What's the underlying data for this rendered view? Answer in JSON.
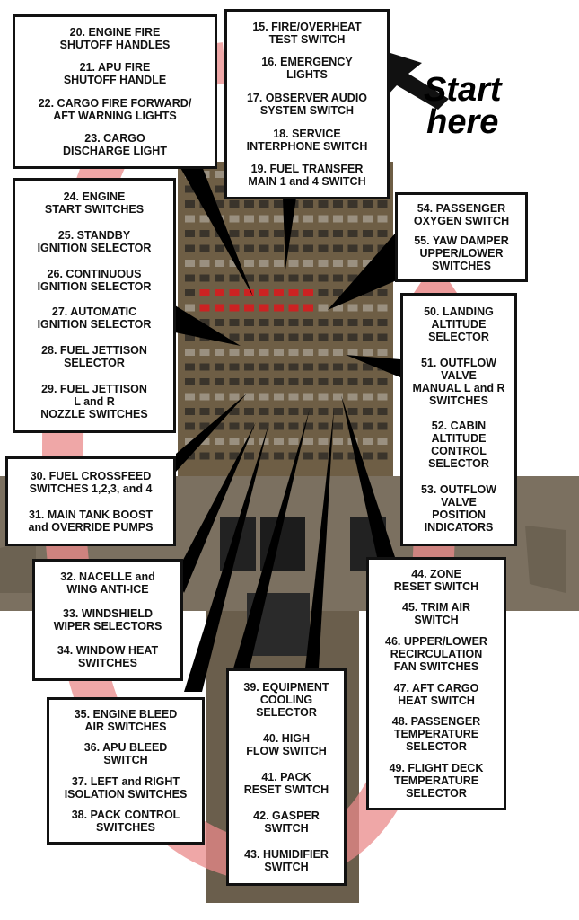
{
  "start_label": "Start\nhere",
  "colors": {
    "arrow": "#e98a8a",
    "panel": "#6e5e45",
    "glareshield": "#7b7060",
    "border": "#111111"
  },
  "boxes": [
    {
      "id": "b1",
      "items": [
        "20. ENGINE FIRE\nSHUTOFF HANDLES",
        "21. APU FIRE\nSHUTOFF HANDLE",
        "22. CARGO FIRE FORWARD/\nAFT WARNING LIGHTS",
        "23. CARGO\nDISCHARGE LIGHT"
      ]
    },
    {
      "id": "b2",
      "items": [
        "15. FIRE/OVERHEAT\nTEST SWITCH",
        "16. EMERGENCY\nLIGHTS",
        "17. OBSERVER AUDIO\nSYSTEM SWITCH",
        "18. SERVICE\nINTERPHONE SWITCH",
        "19. FUEL TRANSFER\nMAIN 1 and 4 SWITCH"
      ]
    },
    {
      "id": "b3",
      "items": [
        "24. ENGINE\nSTART SWITCHES",
        "25. STANDBY\nIGNITION SELECTOR",
        "26. CONTINUOUS\nIGNITION SELECTOR",
        "27. AUTOMATIC\nIGNITION SELECTOR",
        "28. FUEL JETTISON\nSELECTOR",
        "29. FUEL JETTISON\nL and R\nNOZZLE SWITCHES"
      ]
    },
    {
      "id": "b4",
      "items": [
        "54. PASSENGER\nOXYGEN SWITCH",
        "55. YAW DAMPER\nUPPER/LOWER\nSWITCHES"
      ]
    },
    {
      "id": "b5",
      "items": [
        "50. LANDING\nALTITUDE\nSELECTOR",
        "51. OUTFLOW\nVALVE\nMANUAL L and R\nSWITCHES",
        "52. CABIN\nALTITUDE\nCONTROL\nSELECTOR",
        "53. OUTFLOW\nVALVE\nPOSITION\nINDICATORS"
      ]
    },
    {
      "id": "b6",
      "items": [
        "30. FUEL CROSSFEED\nSWITCHES 1,2,3, and 4",
        "31.  MAIN TANK BOOST\nand OVERRIDE PUMPS"
      ]
    },
    {
      "id": "b7",
      "items": [
        "32. NACELLE and\nWING ANTI-ICE",
        "33. WINDSHIELD\nWIPER SELECTORS",
        "34. WINDOW HEAT\nSWITCHES"
      ]
    },
    {
      "id": "b8",
      "items": [
        "44. ZONE\nRESET SWITCH",
        "45. TRIM AIR\nSWITCH",
        "46. UPPER/LOWER\nRECIRCULATION\nFAN SWITCHES",
        "47. AFT CARGO\nHEAT SWITCH",
        "48. PASSENGER\nTEMPERATURE\nSELECTOR",
        "49. FLIGHT DECK\nTEMPERATURE\nSELECTOR"
      ]
    },
    {
      "id": "b9",
      "items": [
        "35. ENGINE BLEED\nAIR SWITCHES",
        "36. APU BLEED\nSWITCH",
        "37. LEFT and RIGHT\nISOLATION SWITCHES",
        "38. PACK CONTROL\nSWITCHES"
      ]
    },
    {
      "id": "b10",
      "items": [
        "39. EQUIPMENT\nCOOLING\nSELECTOR",
        "40. HIGH\nFLOW SWITCH",
        "41. PACK\nRESET SWITCH",
        "42. GASPER\nSWITCH",
        "43. HUMIDIFIER\nSWITCH"
      ]
    }
  ]
}
